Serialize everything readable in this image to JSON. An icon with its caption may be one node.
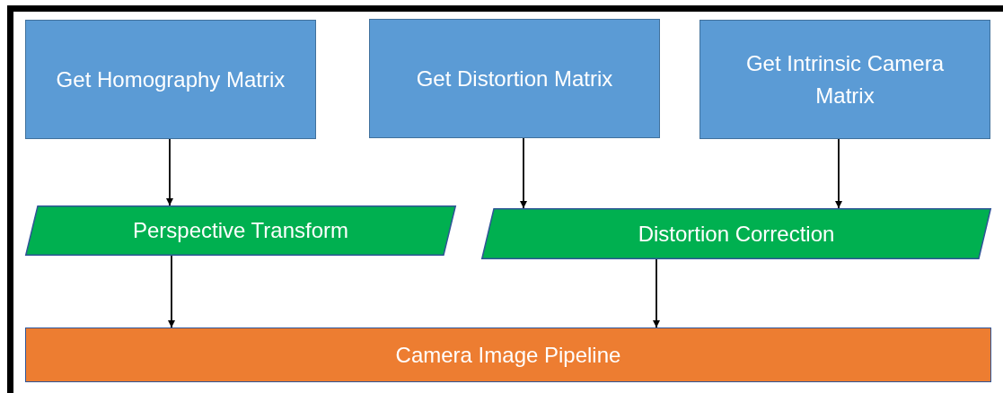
{
  "diagram": {
    "nodes": [
      {
        "text": [
          "Get Homography Matrix"
        ]
      },
      {
        "text": [
          "Get Distortion Matrix"
        ]
      },
      {
        "text": [
          "Get Intrinsic Camera Matrix"
        ]
      },
      {
        "text": [
          "Perspective Transform"
        ]
      },
      {
        "text": [
          "Distortion Correction"
        ]
      },
      {
        "text": [
          "Camera Image Pipeline"
        ]
      }
    ],
    "edges": [
      {
        "from": 0,
        "to": 3,
        "arrow": "to"
      },
      {
        "from": 1,
        "to": 4,
        "arrow": "to"
      },
      {
        "from": 2,
        "to": 4,
        "arrow": "to"
      },
      {
        "from": 3,
        "to": 5,
        "arrow": "to"
      },
      {
        "from": 4,
        "to": 5,
        "arrow": "to"
      }
    ]
  }
}
